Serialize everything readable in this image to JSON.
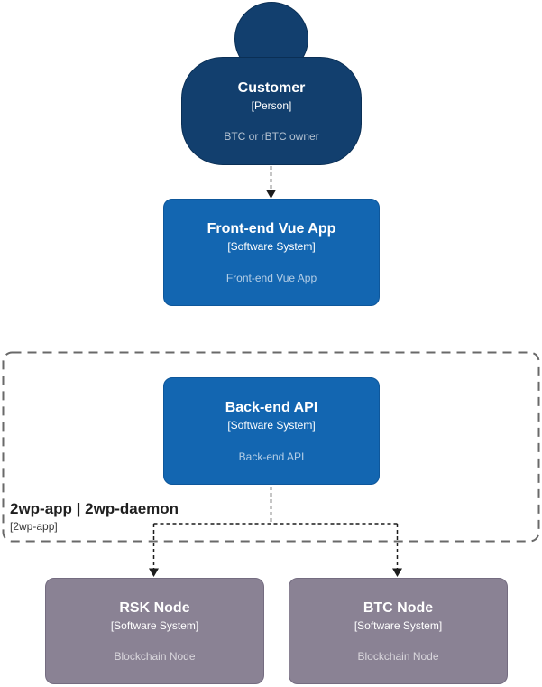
{
  "diagram": {
    "background_color": "#ffffff",
    "nodes": {
      "customer": {
        "title": "Customer",
        "type": "[Person]",
        "description": "BTC or rBTC owner",
        "fill": "#123F6E"
      },
      "frontend": {
        "title": "Front-end Vue App",
        "type": "[Software System]",
        "description": "Front-end Vue App",
        "fill": "#1366B1"
      },
      "backend": {
        "title": "Back-end API",
        "type": "[Software System]",
        "description": "Back-end API",
        "fill": "#1366B1"
      },
      "rsk_node": {
        "title": "RSK Node",
        "type": "[Software System]",
        "description": "Blockchain Node",
        "fill": "#8A8294"
      },
      "btc_node": {
        "title": "BTC Node",
        "type": "[Software System]",
        "description": "Blockchain Node",
        "fill": "#8A8294"
      }
    },
    "boundary": {
      "title": "2wp-app | 2wp-daemon",
      "subtitle": "[2wp-app]",
      "border_color": "#696969"
    },
    "connectors": {
      "color": "#1C1C1C",
      "style": "dashed"
    }
  }
}
